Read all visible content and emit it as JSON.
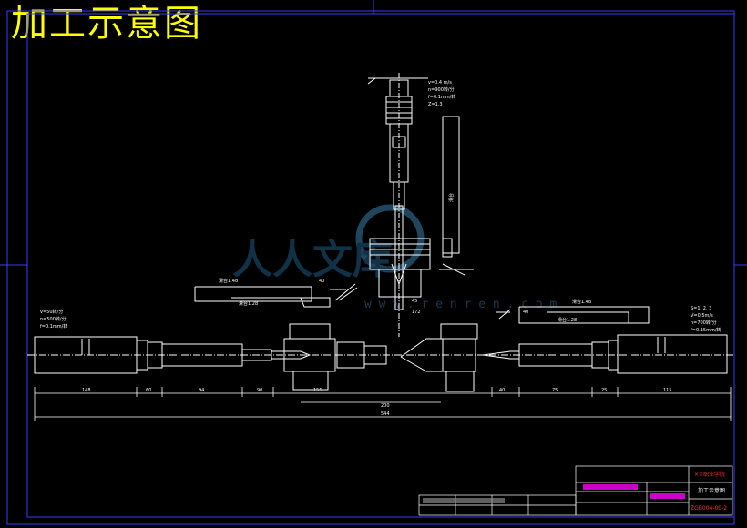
{
  "drawing": {
    "title": "加工示意图",
    "watermark": {
      "text": "人人文库",
      "url": "w w w . r e n r e n . c o m"
    },
    "vertical_head": {
      "notes": [
        "v=0.4 m/s",
        "n=900转/分",
        "f=0.1mm/转",
        "Z=1.3"
      ],
      "side_label": "滑台",
      "dims": [
        "45",
        "172"
      ]
    },
    "left_unit": {
      "rail_labels": [
        "滑台1.48",
        "滑台1.28"
      ],
      "rail_dim": "40",
      "notes": [
        "v=50转/分",
        "n=500转/分",
        "f=0.1mm/转"
      ],
      "dims": [
        "148",
        "60",
        "94",
        "90",
        "155"
      ],
      "center_dims": [
        "200",
        "544"
      ]
    },
    "right_unit": {
      "rail_labels": [
        "滑台1.48",
        "滑台1.28"
      ],
      "rail_dim": "40",
      "notes": [
        "S=1, 2, 3",
        "V=0.5m/s",
        "n=700转/分",
        "f=0.15mm/转"
      ],
      "dims": [
        "40",
        "75",
        "25",
        "115"
      ]
    },
    "title_block": {
      "school": "××职业学院",
      "drawing_name": "加工示意图",
      "drawing_number": "ZGB004-00-2",
      "colors": {
        "frame": "#3a3aff",
        "yellow": "#ffff00",
        "magenta": "#ff00ff",
        "white": "#ffffff",
        "green": "#00ff00",
        "red": "#ff3030"
      }
    }
  }
}
